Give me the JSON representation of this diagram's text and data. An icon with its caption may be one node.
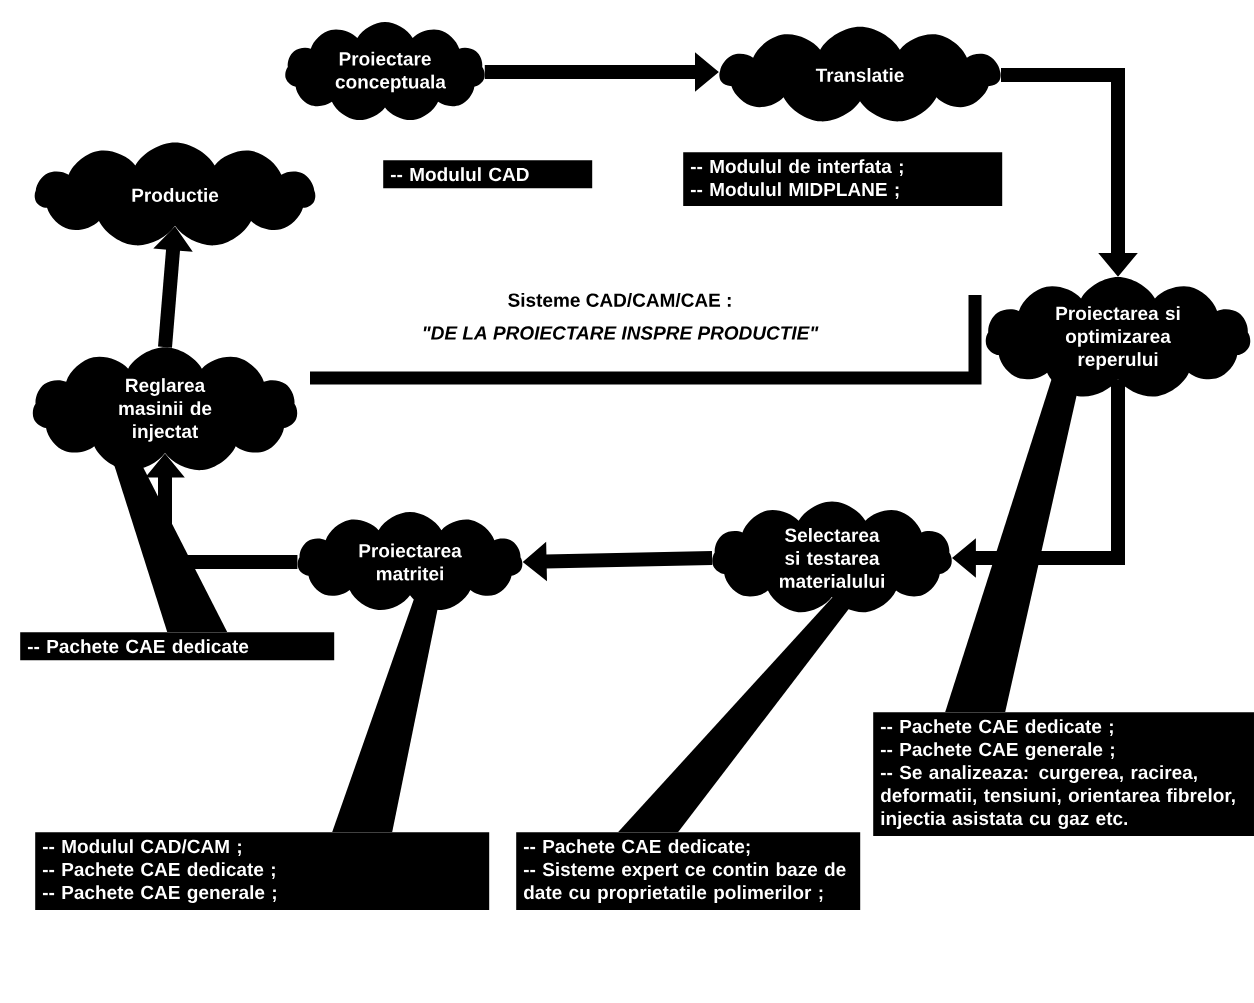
{
  "diagram": {
    "nodes": [
      {
        "text": [
          "Proiectare conceptuala"
        ]
      },
      {
        "text": [
          "Translatie"
        ]
      },
      {
        "text": [
          "Productie"
        ]
      },
      {
        "text": [
          "Proiectarea si optimizarea reperului"
        ]
      },
      {
        "text": [
          "Reglarea masinii de injectat"
        ]
      },
      {
        "text": [
          "Proiectarea matritei"
        ]
      },
      {
        "text": [
          "Selectarea si testarea materialului"
        ]
      },
      {
        "text": [
          "-- Modulul CAD"
        ]
      },
      {
        "text": [
          "-- Modulul de interfata ;",
          "-- Modulul MIDPLANE ;"
        ]
      },
      {
        "text": [
          "-- Pachete CAE dedicate"
        ]
      },
      {
        "text": [
          "-- Modulul CAD/CAM ;",
          "-- Pachete CAE dedicate ;",
          "-- Pachete CAE generale ;"
        ]
      },
      {
        "text": [
          "-- Pachete CAE dedicate;",
          "-- Sisteme expert ce contin baze de date cu proprietatile polimerilor ;"
        ]
      },
      {
        "text": [
          "-- Pachete CAE dedicate ;",
          "-- Pachete CAE generale ;",
          "-- Se analizeaza: curgerea, racirea, deformatii, tensiuni, orientarea fibrelor, injectia asistata cu gaz etc."
        ]
      }
    ],
    "edges": [
      {
        "from": 0,
        "to": 1,
        "arrow": "to"
      },
      {
        "from": 1,
        "to": 3,
        "arrow": "to"
      },
      {
        "from": 3,
        "to": 6,
        "arrow": "to"
      },
      {
        "from": 6,
        "to": 5,
        "arrow": "to"
      },
      {
        "from": 5,
        "to": 4,
        "arrow": "to"
      },
      {
        "from": 4,
        "to": 2,
        "arrow": "to"
      },
      {
        "from": 4,
        "to": 9,
        "arrow": "none"
      },
      {
        "from": 5,
        "to": 10,
        "arrow": "none"
      },
      {
        "from": 6,
        "to": 11,
        "arrow": "none"
      },
      {
        "from": 3,
        "to": 12,
        "arrow": "none"
      }
    ],
    "labels": [
      "Sisteme CAD/CAM/CAE :",
      "\"DE LA PROIECTARE INSPRE PRODUCTIE\""
    ]
  }
}
